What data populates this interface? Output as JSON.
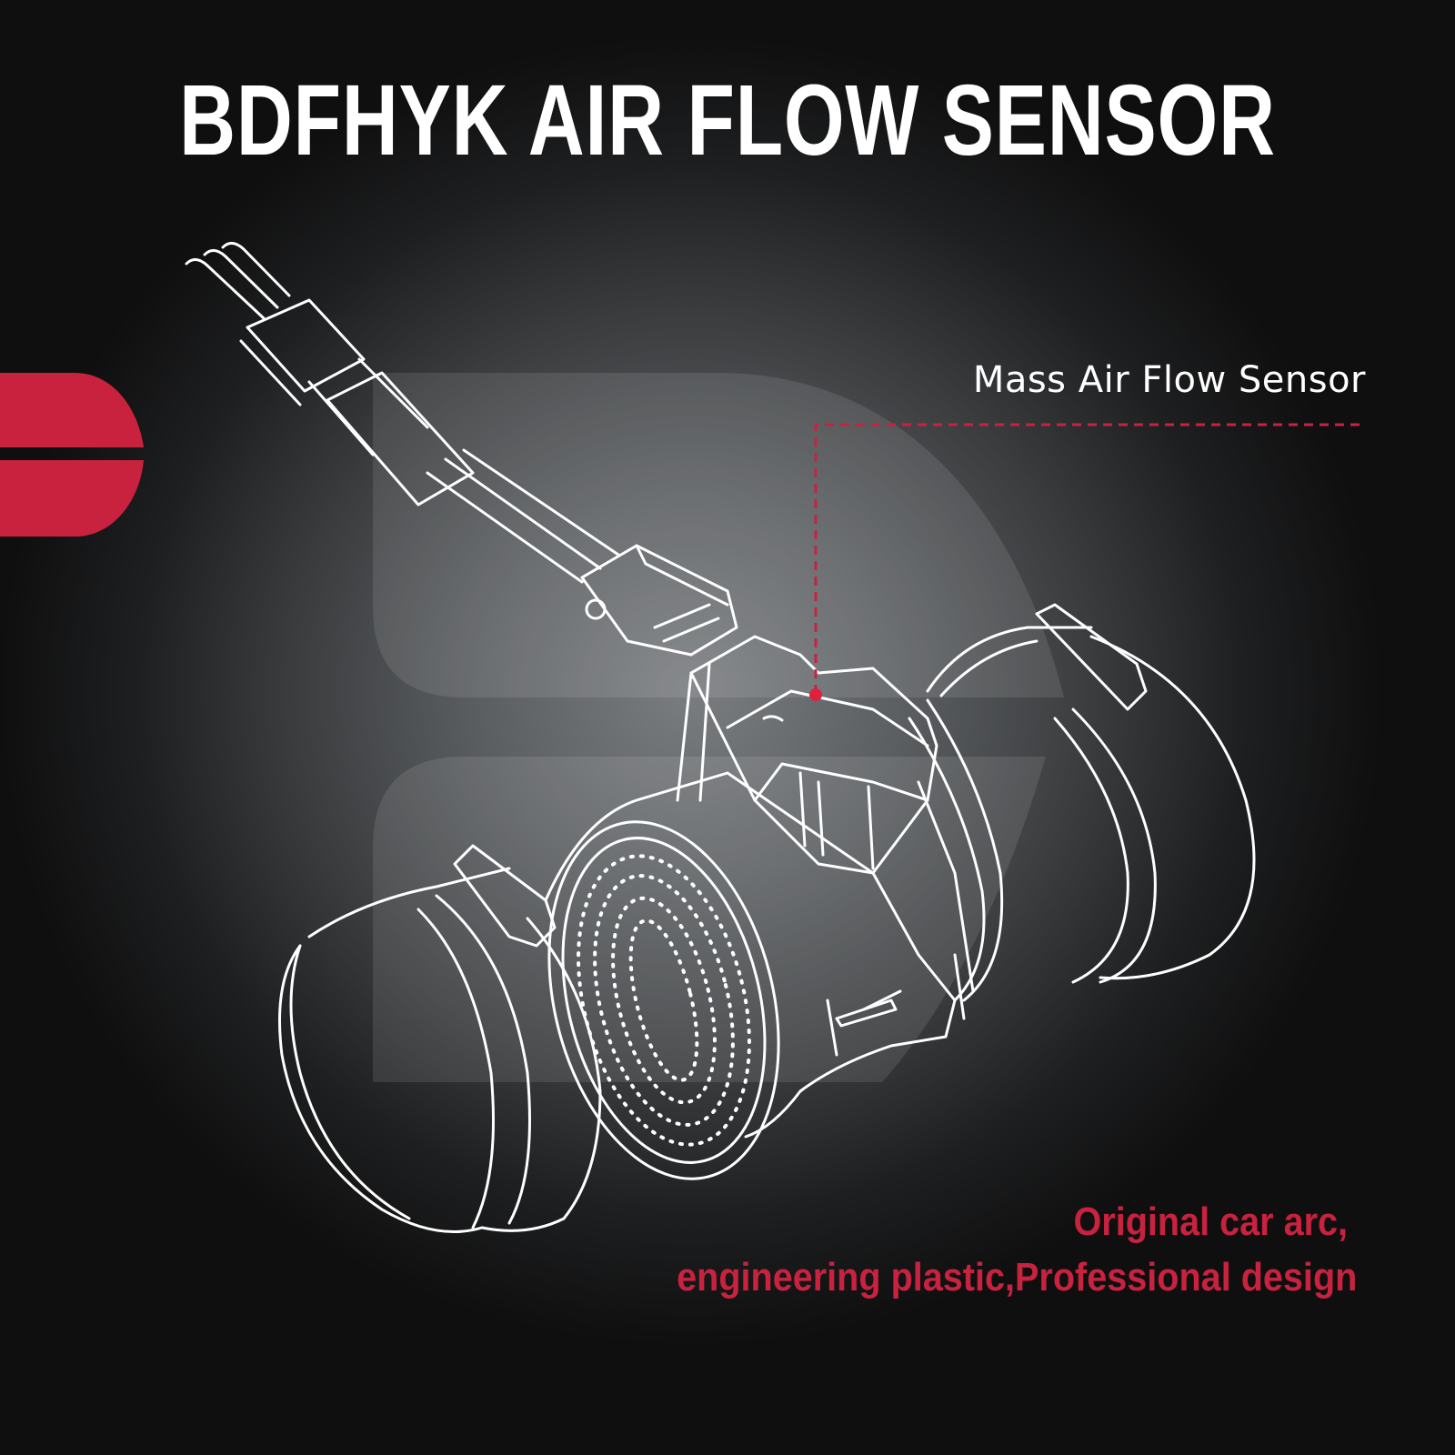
{
  "header": {
    "title": "BDFHYK AIR FLOW SENSOR"
  },
  "callout": {
    "label": "Mass Air Flow Sensor",
    "line_style": "dashed",
    "marker": "dot"
  },
  "tagline": {
    "line1": "Original car arc,",
    "line2": "engineering plastic,Professional design"
  },
  "illustration": {
    "subject": "mass-air-flow-sensor-line-drawing",
    "parts": [
      "wire-harness",
      "plug-connector",
      "sensor-housing",
      "mesh-screen",
      "intake-tube-left",
      "intake-tube-right"
    ]
  },
  "colors": {
    "accent": "#c8223f",
    "title": "#ffffff",
    "line_art": "#ffffff",
    "background_center": "#7a7d80",
    "background_edge": "#0f0f10"
  }
}
